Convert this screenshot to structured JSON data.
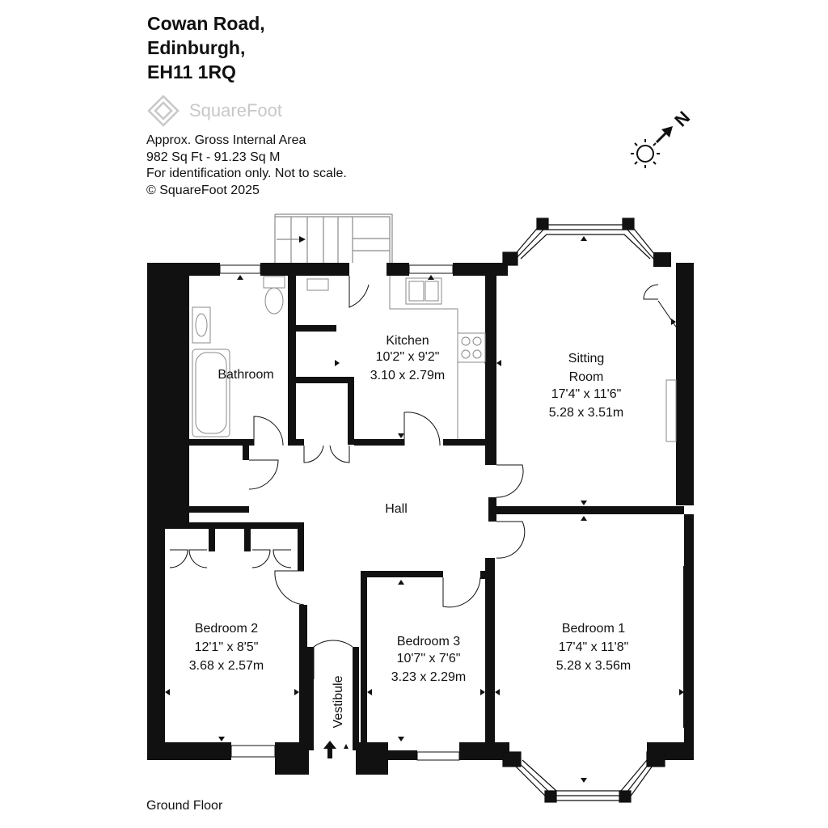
{
  "address": {
    "line1": "Cowan Road,",
    "line2": "Edinburgh,",
    "line3": "EH11 1RQ"
  },
  "logo": {
    "text": "SquareFoot"
  },
  "info": {
    "area_label": "Approx. Gross Internal Area",
    "area_value": "982 Sq Ft  -  91.23 Sq M",
    "disclaimer": "For identification only. Not to scale.",
    "copyright": "© SquareFoot 2025"
  },
  "compass": {
    "north": "N"
  },
  "rooms": {
    "kitchen": {
      "name": "Kitchen",
      "imperial": "10'2\" x 9'2\"",
      "metric": "3.10 x 2.79m"
    },
    "bathroom": {
      "name": "Bathroom"
    },
    "sitting_room": {
      "name_line1": "Sitting",
      "name_line2": "Room",
      "imperial": "17'4\" x 11'6\"",
      "metric": "5.28 x 3.51m"
    },
    "hall": {
      "name": "Hall"
    },
    "bedroom2": {
      "name": "Bedroom 2",
      "imperial": "12'1\" x 8'5\"",
      "metric": "3.68 x 2.57m"
    },
    "bedroom3": {
      "name": "Bedroom 3",
      "imperial": "10'7\" x 7'6\"",
      "metric": "3.23 x 2.29m"
    },
    "bedroom1": {
      "name": "Bedroom 1",
      "imperial": "17'4\" x 11'8\"",
      "metric": "5.28 x 3.56m"
    },
    "vestibule": {
      "name": "Vestibule"
    }
  },
  "floor_label": "Ground Floor",
  "colors": {
    "wall": "#111111",
    "logo_grey": "#c8c8c8",
    "fixture": "#8a8a8a"
  }
}
